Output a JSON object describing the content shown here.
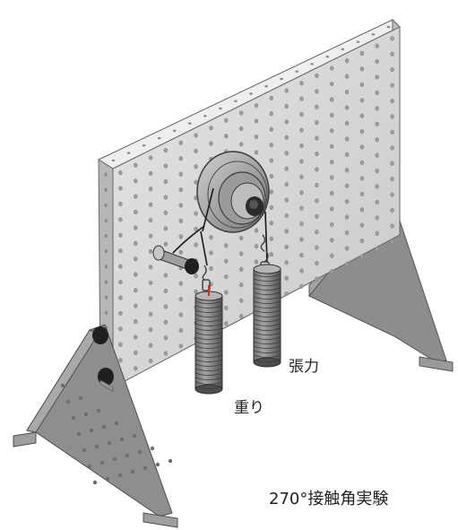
{
  "labels": {
    "tension": "張力",
    "weight": "重り"
  },
  "caption": "270°接触角実験",
  "colors": {
    "panel_face": "#d6d6d6",
    "panel_side": "#bdbdbd",
    "panel_top": "#e9e9e9",
    "stand": "#8c8c8c",
    "stand_dark": "#6f6f6f",
    "hole": "#9c9c9c",
    "weight": "#8a8a8a",
    "weight_dark": "#555555",
    "rope": "#1a1a1a",
    "accent_red": "#c0392b"
  }
}
